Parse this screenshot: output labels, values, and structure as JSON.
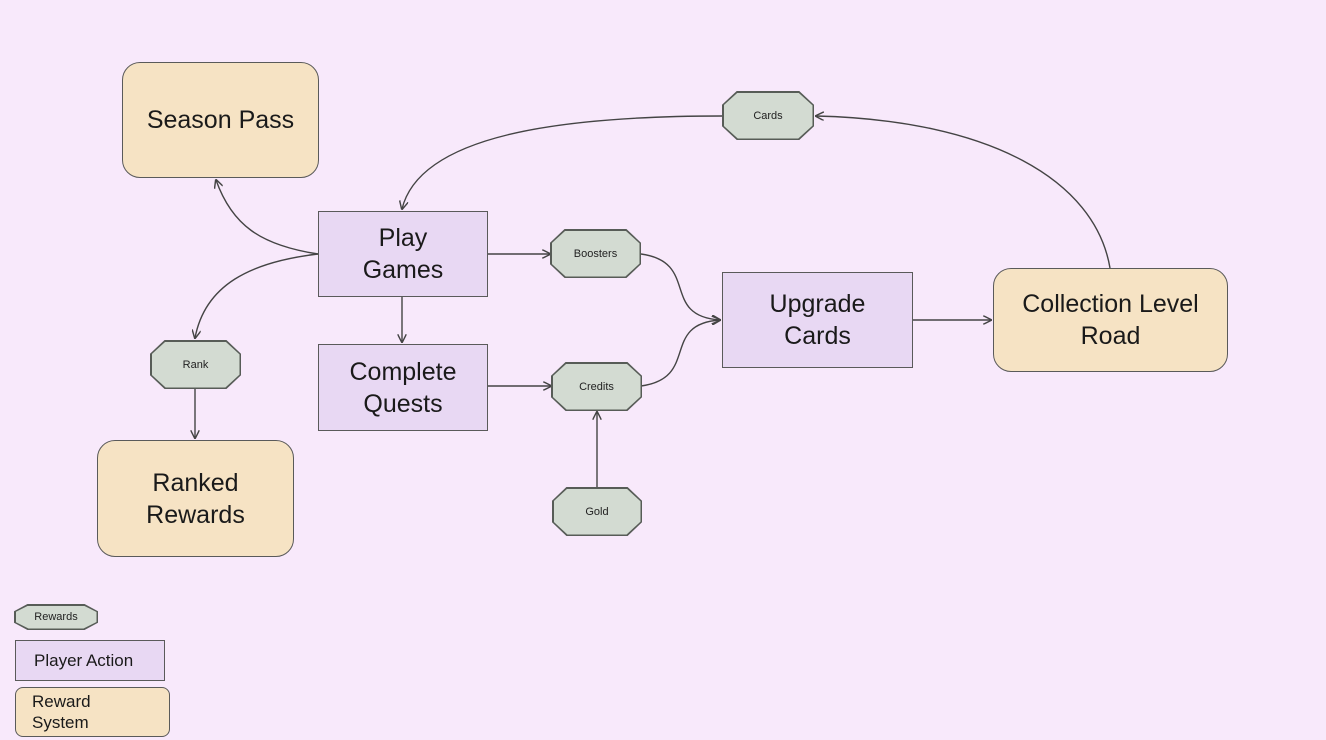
{
  "nodes": {
    "season_pass": "Season Pass",
    "play_games": [
      "Play",
      "Games"
    ],
    "complete_quests": [
      "Complete",
      "Quests"
    ],
    "upgrade_cards": [
      "Upgrade",
      "Cards"
    ],
    "collection_level_road": [
      "Collection Level",
      "Road"
    ],
    "ranked_rewards": [
      "Ranked",
      "Rewards"
    ]
  },
  "tokens": {
    "cards": "Cards",
    "boosters": "Boosters",
    "credits": "Credits",
    "rank": "Rank",
    "gold": "Gold"
  },
  "legend": {
    "rewards": "Rewards",
    "player_action": "Player Action",
    "reward_system": [
      "Reward",
      "System"
    ]
  },
  "colors": {
    "background": "#f8e9fb",
    "reward_system_fill": "#f6e3c4",
    "player_action_fill": "#e8d8f3",
    "reward_token_fill": "#d3dbd2",
    "stroke": "#444444"
  }
}
